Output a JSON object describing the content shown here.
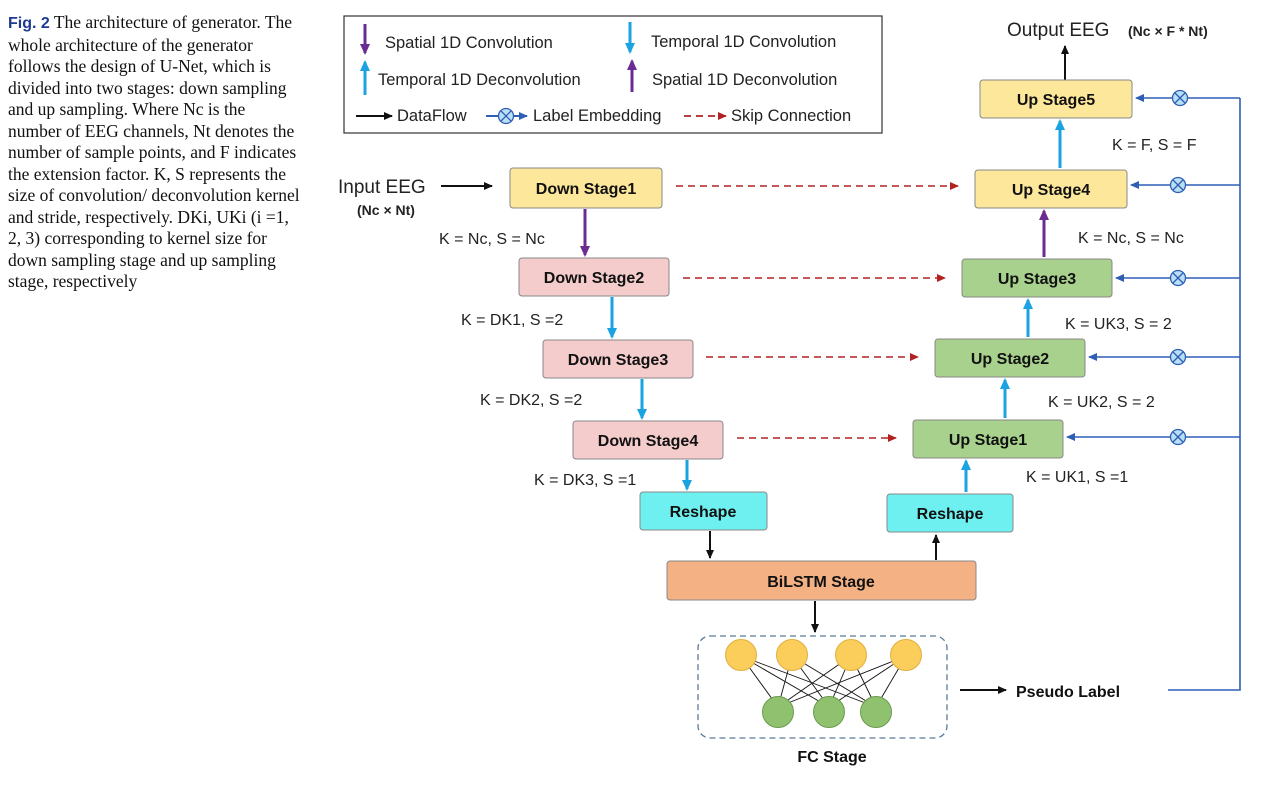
{
  "caption": {
    "fig_label": "Fig. 2",
    "text": "The architecture of generator. The whole architecture of the generator follows the design of U-Net, which is divided into two stages: down sampling and up sampling. Where Nc is the number of EEG channels, Nt denotes the number of sample points, and F indicates the extension factor. K, S represents the size of convolution/ deconvolution kernel and stride, respectively. DKi, UKi (i =1, 2, 3) corresponding to kernel size for down sampling stage and up sampling stage, respectively"
  },
  "legend": {
    "spatial_conv": "Spatial 1D Convolution",
    "temporal_conv": "Temporal 1D Convolution",
    "temporal_deconv": "Temporal 1D Deconvolution",
    "spatial_deconv": "Spatial 1D Deconvolution",
    "dataflow": "DataFlow",
    "label_embedding": "Label Embedding",
    "skip_connection": "Skip Connection"
  },
  "colors": {
    "spatial": "#6a2c91",
    "temporal": "#1aa3e0",
    "skip": "#b22222",
    "embed_line": "#2e5fb5",
    "down_stage1": "#fde79a",
    "down_pink": "#f4cccc",
    "up_green": "#a8d18d",
    "reshape": "#6ef0f0",
    "bilstm": "#f4b183",
    "node_yellow": "#fbcd5b",
    "node_green": "#8fc16f"
  },
  "input": {
    "title": "Input EEG",
    "dims": "(Nc × Nt)"
  },
  "output": {
    "title": "Output EEG",
    "dims": "(Nc × F * Nt)"
  },
  "down": {
    "stage1": "Down Stage1",
    "stage2": "Down Stage2",
    "stage3": "Down Stage3",
    "stage4": "Down Stage4",
    "reshape": "Reshape",
    "k1": "K = Nc, S = Nc",
    "k2": "K = DK1, S =2",
    "k3": "K = DK2, S =2",
    "k4": "K = DK3, S =1"
  },
  "up": {
    "stage1": "Up Stage1",
    "stage2": "Up Stage2",
    "stage3": "Up Stage3",
    "stage4": "Up Stage4",
    "stage5": "Up Stage5",
    "reshape": "Reshape",
    "k1": "K  = UK1, S =1",
    "k2": "K = UK2, S = 2",
    "k3": "K = UK3, S = 2",
    "k4": "K = Nc, S = Nc",
    "k5": "K = F, S = F"
  },
  "bilstm": "BiLSTM Stage",
  "fc_stage": "FC Stage",
  "pseudo_label": "Pseudo Label"
}
